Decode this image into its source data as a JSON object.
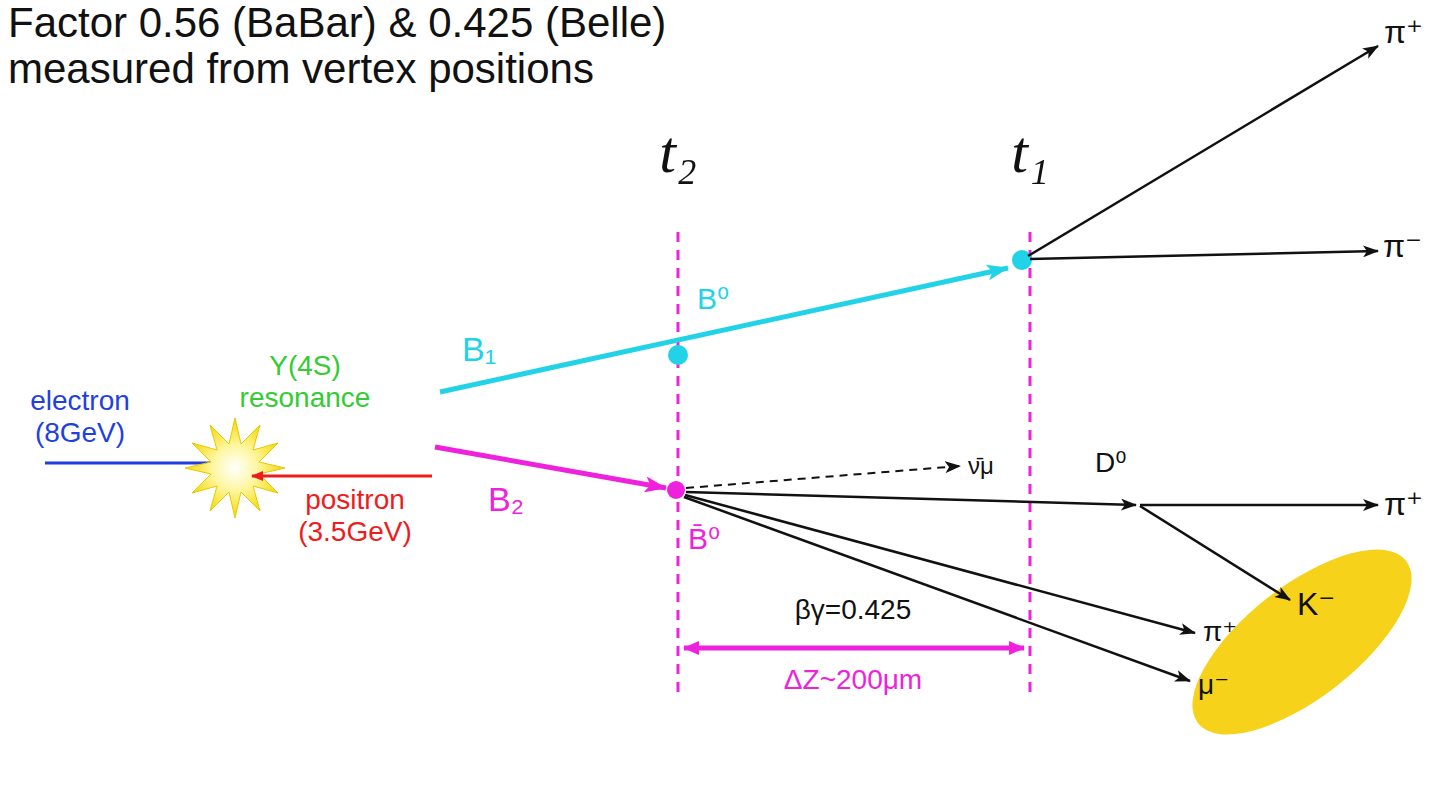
{
  "diagram": {
    "title": "Factor 0.56 (BaBar) & 0.425 (Belle) measured from vertex positions",
    "labels": [
      "electron (8GeV)",
      "Υ(4S) resonance",
      "positron (3.5GeV)",
      "B₁",
      "B₂",
      "t₂",
      "t₁",
      "B⁰",
      "B̄⁰",
      "ν̄μ",
      "D⁰",
      "π⁺",
      "π⁻",
      "π⁺",
      "K⁻",
      "π⁺",
      "μ⁻",
      "βγ=0.425",
      "ΔZ~200μm"
    ]
  }
}
